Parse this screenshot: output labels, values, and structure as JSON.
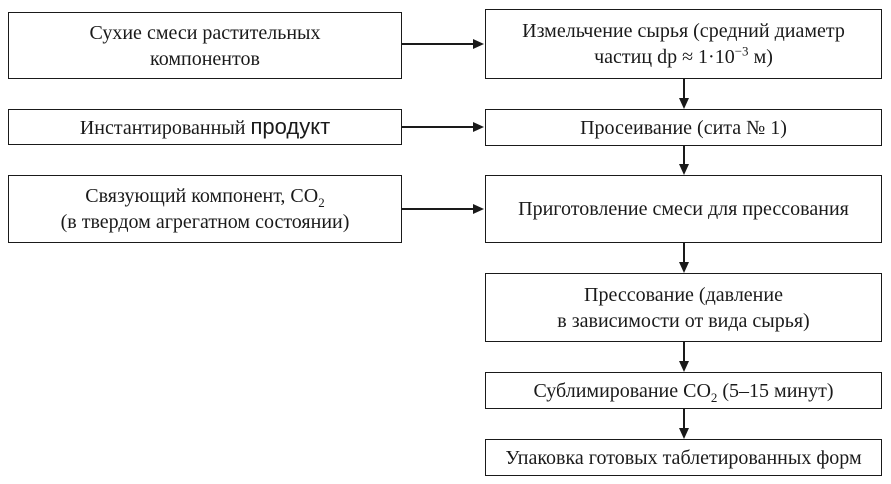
{
  "diagram": {
    "type": "flowchart",
    "language": "ru",
    "colors": {
      "line": "#1a1a1a",
      "text": "#1a1a1a",
      "background": "#ffffff"
    },
    "nodes": {
      "left": [
        {
          "line1": "Сухие смеси растительных",
          "line2": "компонентов"
        },
        {
          "pre": "Инстантированный ",
          "product": "продукт"
        },
        {
          "line1_pre": "Связующий компонент, CO",
          "line1_sub": "2",
          "line2": "(в твердом агрегатном состоянии)"
        }
      ],
      "right": [
        {
          "line1": "Измельчение сырья (средний диаметр",
          "line2_pre": "частиц dp ≈ 1·10",
          "line2_sup": "−3",
          "line2_post": " м)"
        },
        {
          "text": "Просеивание (сита № 1)"
        },
        {
          "text": "Приготовление смеси для прессования"
        },
        {
          "line1": "Прессование (давление",
          "line2": "в зависимости от вида сырья)"
        },
        {
          "pre": "Сублимирование CO",
          "sub": "2",
          "post": " (5–15 минут)"
        },
        {
          "text": "Упаковка готовых таблетированных форм"
        }
      ]
    },
    "edges": [
      {
        "from": "dry-plant-mixtures",
        "to": "grinding"
      },
      {
        "from": "instant-product",
        "to": "sieving"
      },
      {
        "from": "binding-component",
        "to": "mix-preparation"
      },
      {
        "from": "grinding",
        "to": "sieving"
      },
      {
        "from": "sieving",
        "to": "mix-preparation"
      },
      {
        "from": "mix-preparation",
        "to": "pressing"
      },
      {
        "from": "pressing",
        "to": "sublimation"
      },
      {
        "from": "sublimation",
        "to": "packaging"
      }
    ]
  }
}
